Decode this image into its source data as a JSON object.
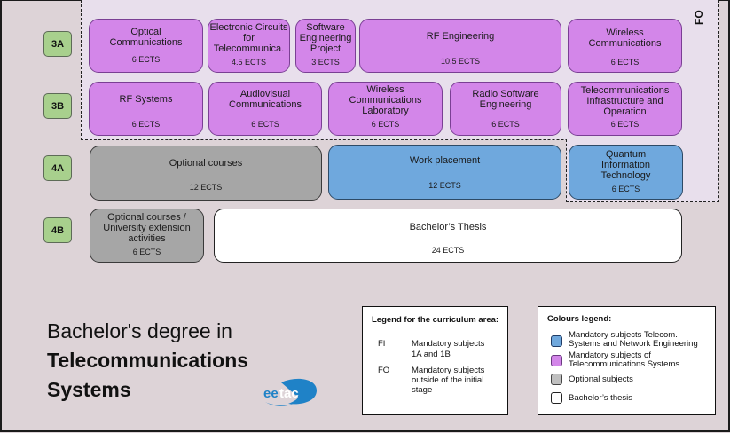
{
  "area_label_fo": "FO",
  "semesters": [
    {
      "id": "3A",
      "label": "3A"
    },
    {
      "id": "3B",
      "label": "3B"
    },
    {
      "id": "4A",
      "label": "4A"
    },
    {
      "id": "4B",
      "label": "4B"
    }
  ],
  "courses": {
    "optical_communications": {
      "name": "Optical Communications",
      "ects": "6 ECTS",
      "category": "telecom-systems"
    },
    "electronic_circuits": {
      "name": "Electronic Circuits for Telecommunica.",
      "ects": "4.5 ECTS",
      "category": "telecom-systems"
    },
    "software_engineering_project": {
      "name": "Software Engineering Project",
      "ects": "3 ECTS",
      "category": "telecom-systems"
    },
    "rf_engineering": {
      "name": "RF Engineering",
      "ects": "10.5 ECTS",
      "category": "telecom-systems"
    },
    "wireless_communications": {
      "name": "Wireless Communications",
      "ects": "6 ECTS",
      "category": "telecom-systems"
    },
    "rf_systems": {
      "name": "RF Systems",
      "ects": "6 ECTS",
      "category": "telecom-systems"
    },
    "audiovisual_communications": {
      "name": "Audiovisual Communications",
      "ects": "6 ECTS",
      "category": "telecom-systems"
    },
    "wireless_comm_lab": {
      "name": "Wireless Communications Laboratory",
      "ects": "6 ECTS",
      "category": "telecom-systems"
    },
    "radio_software_engineering": {
      "name": "Radio Software Engineering",
      "ects": "6 ECTS",
      "category": "telecom-systems"
    },
    "telecom_infrastructure": {
      "name": "Telecommunications Infrastructure and Operation",
      "ects": "6 ECTS",
      "category": "telecom-systems"
    },
    "optional_courses_4a": {
      "name": "Optional courses",
      "ects": "12 ECTS",
      "category": "optional"
    },
    "work_placement": {
      "name": "Work placement",
      "ects": "12 ECTS",
      "category": "telecom-network-eng"
    },
    "quantum_info_tech": {
      "name": "Quantum Information Technology",
      "ects": "6 ECTS",
      "category": "telecom-network-eng"
    },
    "optional_courses_4b": {
      "name": "Optional courses / University extension activities",
      "ects": "6 ECTS",
      "category": "optional"
    },
    "bachelors_thesis": {
      "name": "Bachelor’s Thesis",
      "ects": "24 ECTS",
      "category": "thesis"
    }
  },
  "title": {
    "line1": "Bachelor's degree in",
    "line2": "Telecommunications",
    "line3": "Systems"
  },
  "logo": {
    "text": "eetac"
  },
  "curriculum_legend": {
    "heading": "Legend for the curriculum area:",
    "items": [
      {
        "code": "FI",
        "desc_line1": "Mandatory subjects",
        "desc_line2": "1A and 1B"
      },
      {
        "code": "FO",
        "desc_line1": "Mandatory subjects",
        "desc_line2": "outside of the initial",
        "desc_line3": "stage"
      }
    ]
  },
  "colours_legend": {
    "heading": "Colours legend:",
    "items": [
      {
        "color": "#6fa8dd",
        "line1": "Mandatory subjects Telecom.",
        "line2": "Systems and Network Engineering"
      },
      {
        "color": "#d386e9",
        "line1": "Mandatory subjects of",
        "line2": "Telecommunications Systems"
      },
      {
        "color": "#c0c0c0",
        "line1": "Optional subjects"
      },
      {
        "color": "#ffffff",
        "line1": "Bachelor’s thesis"
      }
    ]
  },
  "colors": {
    "telecom_systems": "#d386e9",
    "telecom_network_eng": "#6fa8dd",
    "optional": "#a6a6a6",
    "thesis": "#ffffff",
    "semester_badge": "#a8d08d"
  }
}
